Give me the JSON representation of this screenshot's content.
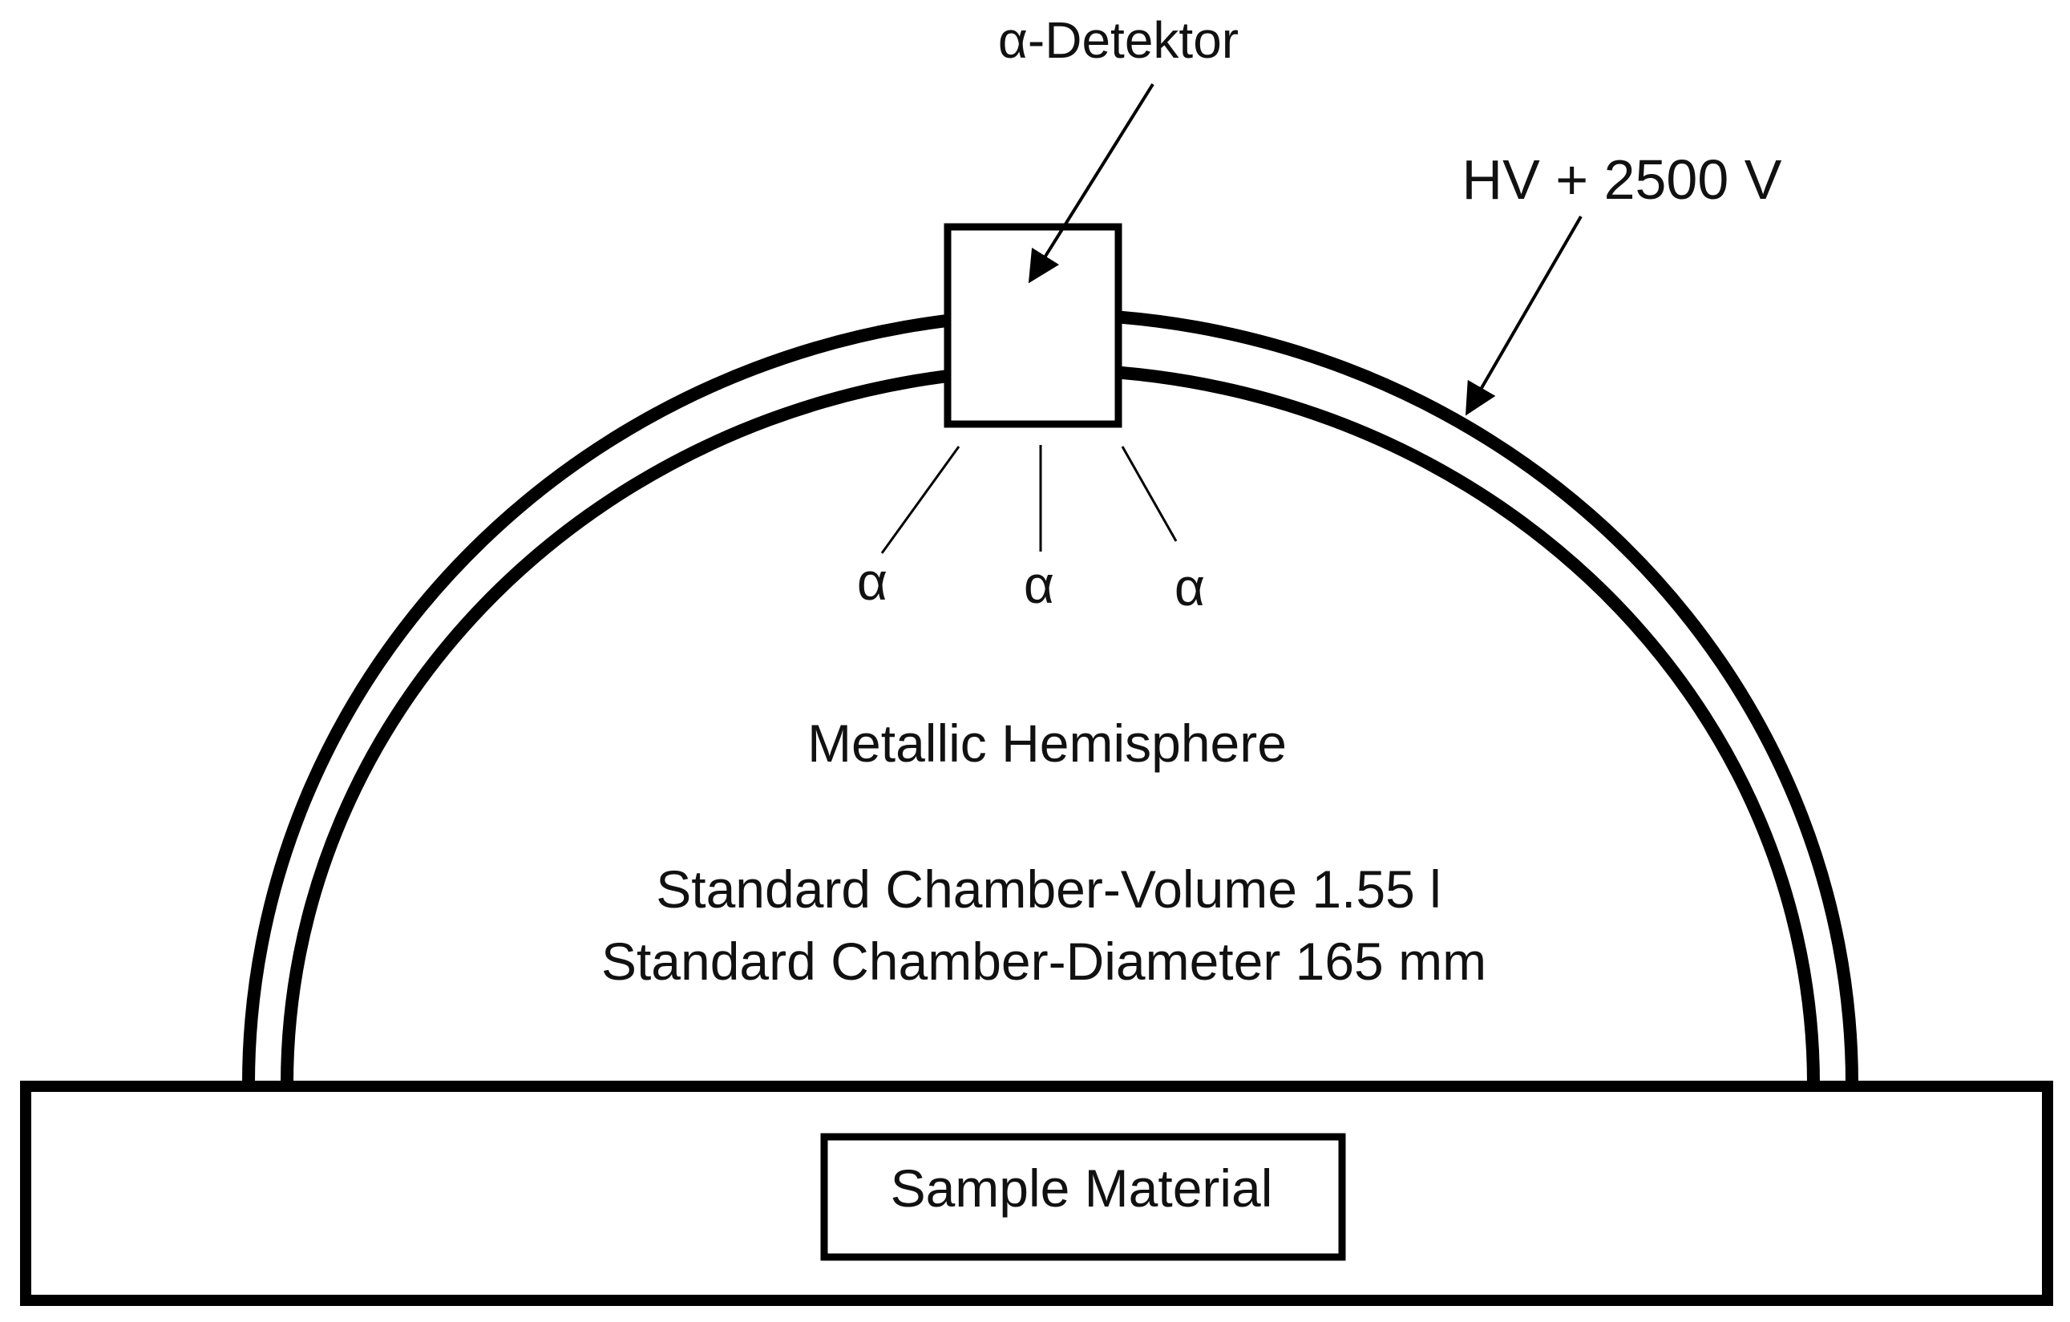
{
  "diagram": {
    "detector_label": "α-Detektor",
    "hv_label": "HV + 2500 V",
    "alpha_symbol": "α",
    "hemisphere_label": "Metallic Hemisphere",
    "volume_label": "Standard Chamber-Volume 1.55 l",
    "diameter_label": "Standard Chamber-Diameter 165 mm",
    "sample_label": "Sample Material"
  },
  "colors": {
    "stroke": "#000000",
    "text": "#111111",
    "background": "#ffffff"
  }
}
